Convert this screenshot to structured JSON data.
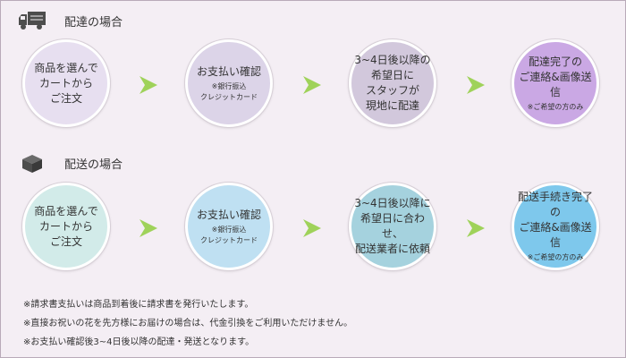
{
  "delivery": {
    "title": "配達の場合",
    "steps": [
      {
        "main": "商品を選んで\nカートから\nご注文",
        "sub": "",
        "color": "#e7dff0"
      },
      {
        "main": "お支払い確認",
        "sub": "※銀行振込\nクレジットカード",
        "color": "#dcd4e8"
      },
      {
        "main": "3~4日後以降の\n希望日に\nスタッフが\n現地に配達",
        "sub": "",
        "color": "#d2c8dc"
      },
      {
        "main": "配達完了の\nご連絡&画像送信",
        "sub": "※ご希望の方のみ",
        "color": "#caa8e4"
      }
    ]
  },
  "shipping": {
    "title": "配送の場合",
    "steps": [
      {
        "main": "商品を選んで\nカートから\nご注文",
        "sub": "",
        "color": "#d2ebe9"
      },
      {
        "main": "お支払い確認",
        "sub": "※銀行振込\nクレジットカード",
        "color": "#bfe0f2"
      },
      {
        "main": "3~4日後以降に\n希望日に合わせ、\n配送業者に依頼",
        "sub": "",
        "color": "#a5d2de"
      },
      {
        "main": "配送手続き完了の\nご連絡&画像送信",
        "sub": "※ご希望の方のみ",
        "color": "#7ec8ec"
      }
    ]
  },
  "arrow_color": "#9fd25a",
  "notes": [
    "※請求書支払いは商品到着後に請求書を発行いたします。",
    "※直接お祝いの花を先方様にお届けの場合は、代金引換をご利用いただけません。",
    "※お支払い確認後3~4日後以降の配達・発送となります。"
  ]
}
